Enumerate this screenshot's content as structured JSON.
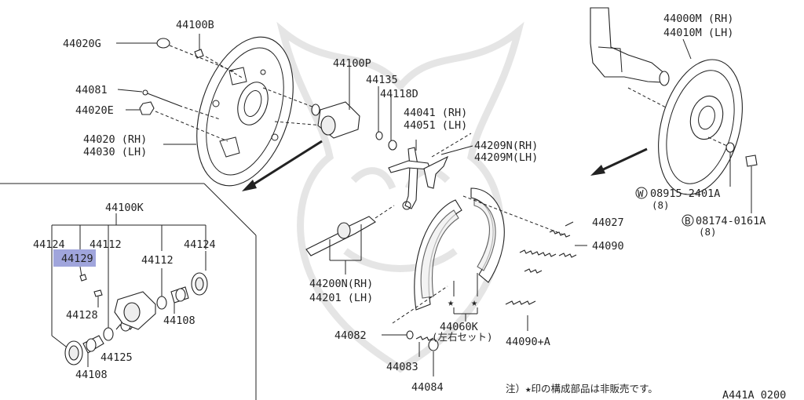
{
  "diagram": {
    "labels": {
      "l44020G": "44020G",
      "l44100B": "44100B",
      "l44081": "44081",
      "l44020E": "44020E",
      "l44020rh": "44020 (RH)",
      "l44030lh": "44030 (LH)",
      "l44100P": "44100P",
      "l44135": "44135",
      "l44118D": "44118D",
      "l44041rh": "44041 (RH)",
      "l44051lh": "44051 (LH)",
      "l44209N": "44209N(RH)",
      "l44209M": "44209M(LH)",
      "l44000M": "44000M (RH)",
      "l44010M": "44010M (LH)",
      "l08915": "08915-2401A",
      "l08915qty": "(8)",
      "l08174": "08174-0161A",
      "l08174qty": "(8)",
      "l44100K": "44100K",
      "l44124a": "44124",
      "l44112a": "44112",
      "l44129": "44129",
      "l44112b": "44112",
      "l44124b": "44124",
      "l44128": "44128",
      "l44108a": "44108",
      "l44125": "44125",
      "l44108b": "44108",
      "l44200N": "44200N(RH)",
      "l44201": "44201  (LH)",
      "l44027": "44027",
      "l44090": "44090",
      "l44060K": "44060K",
      "l44060Ksub": "(左右セット)",
      "l44082": "44082",
      "l44083": "44083",
      "l44084": "44084",
      "l44090A": "44090+A",
      "circW": "W",
      "circB": "B",
      "star1": "★",
      "star2": "★"
    },
    "note": "注）★印の構成部品は非販売です。",
    "code": "A441A 0200",
    "highlight_color": "#8f95d6"
  }
}
